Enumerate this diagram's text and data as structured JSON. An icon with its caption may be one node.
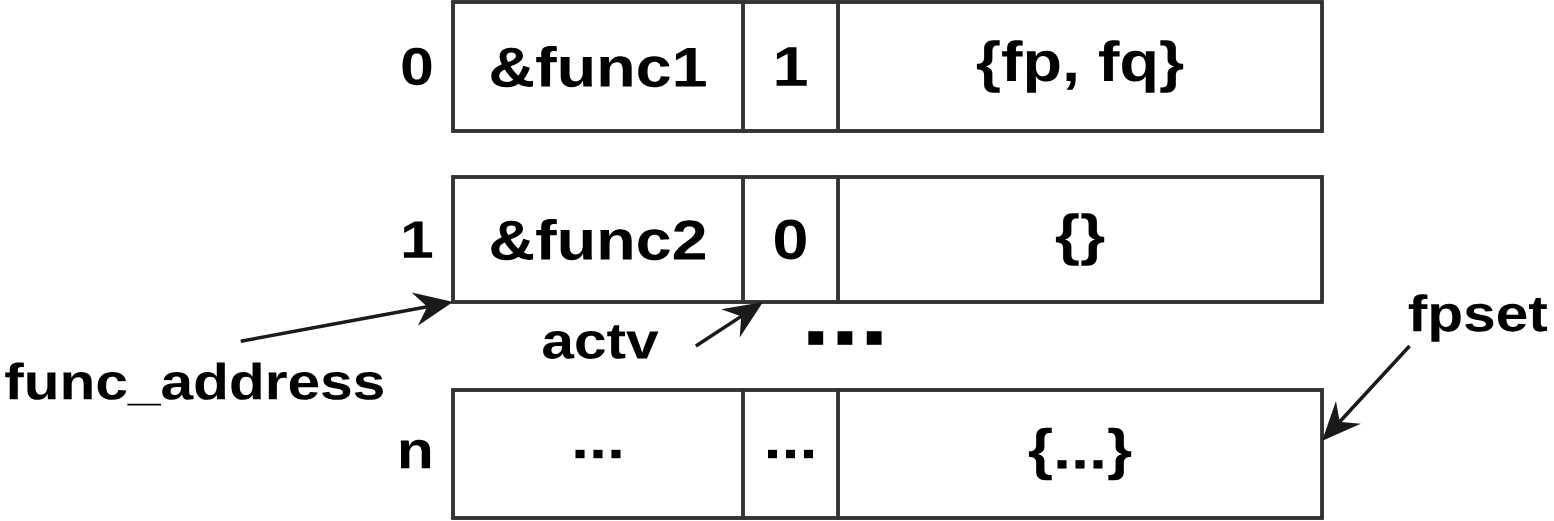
{
  "diagram": {
    "nodes": [
      {
        "text": [
          "0"
        ]
      },
      {
        "text": [
          "&func1"
        ],
        "in": 0
      },
      {
        "text": [
          "1"
        ],
        "in": 0
      },
      {
        "text": [
          "{fp, fq}"
        ],
        "in": 0
      },
      {
        "text": [
          "1"
        ]
      },
      {
        "text": [
          "&func2"
        ],
        "in": 4
      },
      {
        "text": [
          "0"
        ],
        "in": 4
      },
      {
        "text": [
          "{}"
        ],
        "in": 4
      },
      {
        "text": [
          "func_address"
        ]
      },
      {
        "text": [
          "actv"
        ]
      },
      {
        "text": [
          "fpset"
        ]
      },
      {
        "text": [
          "n"
        ]
      },
      {
        "text": [
          "..."
        ],
        "in": 11
      },
      {
        "text": [
          "..."
        ],
        "in": 11
      },
      {
        "text": [
          "{...}"
        ],
        "in": 11
      }
    ],
    "edges": [
      {
        "from": 8,
        "to": 5,
        "arrow": "to"
      },
      {
        "from": 9,
        "to": 6,
        "arrow": "to"
      },
      {
        "from": 10,
        "to": 14,
        "arrow": "to"
      }
    ],
    "labels": [
      "..."
    ]
  }
}
